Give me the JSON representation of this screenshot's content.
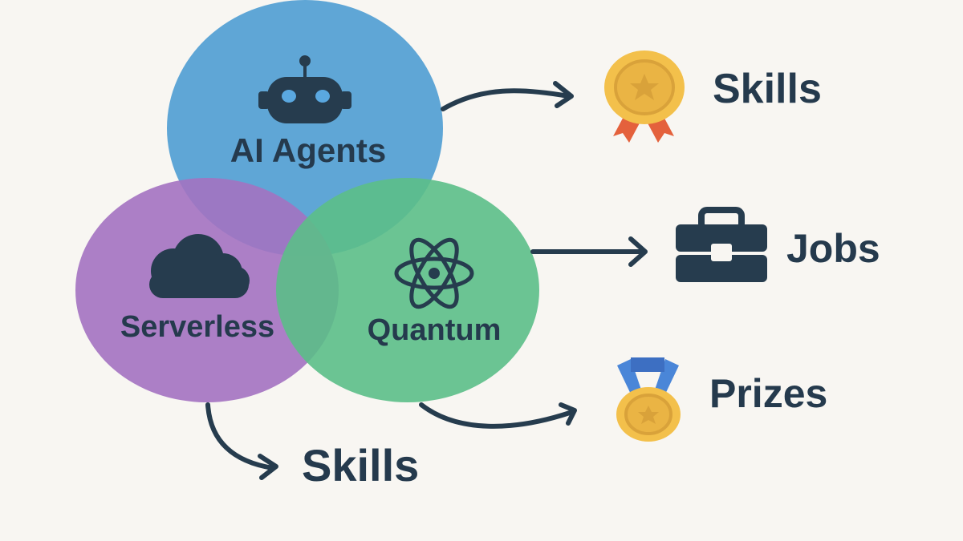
{
  "circles": [
    {
      "label": "AI Agents",
      "icon": "robot-icon",
      "color": "#5aa8e0"
    },
    {
      "label": "Serverless",
      "icon": "cloud-icon",
      "color": "#9f72c8"
    },
    {
      "label": "Quantum",
      "icon": "atom-icon",
      "color": "#5ec38f"
    }
  ],
  "outcomes": [
    {
      "label": "Skills",
      "icon": "award-ribbon-icon",
      "source": "AI Agents"
    },
    {
      "label": "Jobs",
      "icon": "briefcase-icon",
      "source": "Quantum"
    },
    {
      "label": "Prizes",
      "icon": "medal-icon",
      "source": "Quantum"
    },
    {
      "label": "Skills",
      "icon": "none",
      "source": "Serverless"
    }
  ],
  "colors": {
    "background": "#f8f6f2",
    "ink": "#253a4d",
    "gold": "#f3c04b",
    "gold_dark": "#d9a23a",
    "ribbon_red": "#e45f3b",
    "ribbon_blue": "#4a86d8"
  }
}
